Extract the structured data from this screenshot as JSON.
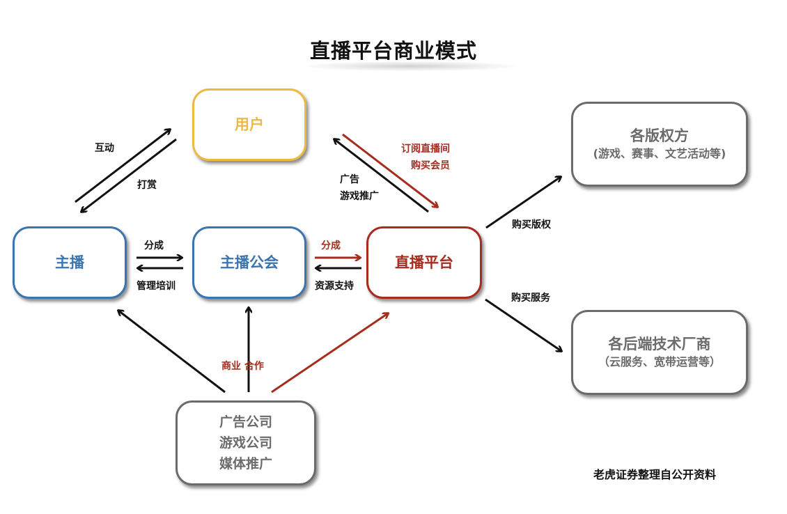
{
  "title": "直播平台商业模式",
  "nodes": {
    "user": {
      "label": "用户",
      "color": "#EDB943"
    },
    "anchor": {
      "label": "主播",
      "color": "#3A75B0"
    },
    "guild": {
      "label": "主播公会",
      "color": "#3A75B0"
    },
    "platform": {
      "label": "直播平台",
      "color": "#A62C1E"
    },
    "copyright": {
      "label": "各版权方",
      "sublabel": "(游戏、赛事、文艺活动等)",
      "color": "#6B6B6B"
    },
    "tech": {
      "label": "各后端技术厂商",
      "sublabel": "（云服务、宽带运营等）",
      "color": "#6B6B6B"
    },
    "partners": {
      "lines": [
        "广告公司",
        "游戏公司",
        "媒体推广"
      ],
      "color": "#6B6B6B"
    }
  },
  "edges": {
    "interact": "互动",
    "tip": "打赏",
    "subscribe_line1": "订阅直播间",
    "subscribe_line2": "购买会员",
    "ads_line1": "广告",
    "ads_line2": "游戏推广",
    "share_anchor": "分成",
    "training": "管理培训",
    "share_guild": "分成",
    "resources": "资源支持",
    "buy_copyright": "购买版权",
    "buy_service": "购买服务",
    "business_coop": "商业 合作"
  },
  "footer": "老虎证券整理自公开资料"
}
